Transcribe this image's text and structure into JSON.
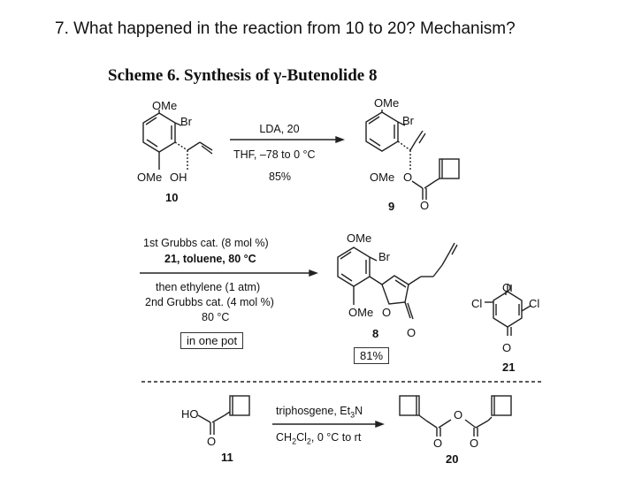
{
  "question": "7.  What happened in the reaction from 10 to 20? Mechanism?",
  "scheme_title": "Scheme 6. Synthesis of γ-Butenolide 8",
  "reaction1": {
    "reagent": "LDA, 20",
    "conditions": "THF, –78 to 0 °C",
    "yield": "85%",
    "reactant": {
      "label": "10",
      "ome_top": "OMe",
      "br": "Br",
      "ome_bottom": "OMe",
      "oh": "OH"
    },
    "product": {
      "label": "9",
      "ome_top": "OMe",
      "br": "Br",
      "ome_bottom": "OMe",
      "o": "O",
      "carbonyl_o": "O"
    }
  },
  "reaction2": {
    "line1": "1st Grubbs cat. (8 mol %)",
    "line2": "21, toluene, 80 °C",
    "line3": "then ethylene (1 atm)",
    "line4": "2nd Grubbs cat. (4 mol %)",
    "line5": "80 °C",
    "one_pot": "in one pot",
    "product": {
      "label": "8",
      "ome_top": "OMe",
      "br": "Br",
      "ome_bottom": "OMe",
      "o": "O",
      "carbonyl_o": "O"
    },
    "yield_box": "81%",
    "catalyst": {
      "label": "21",
      "cl_left": "Cl",
      "cl_right": "Cl",
      "o_top": "O",
      "o_bottom": "O"
    }
  },
  "reaction3": {
    "reagent": "triphosgene, Et3N",
    "conditions": "CH2Cl2, 0 °C to rt",
    "reactant": {
      "label": "11",
      "ho": "HO",
      "o": "O"
    },
    "product": {
      "label": "20",
      "o_mid": "O",
      "o_left": "O",
      "o_right": "O"
    }
  }
}
